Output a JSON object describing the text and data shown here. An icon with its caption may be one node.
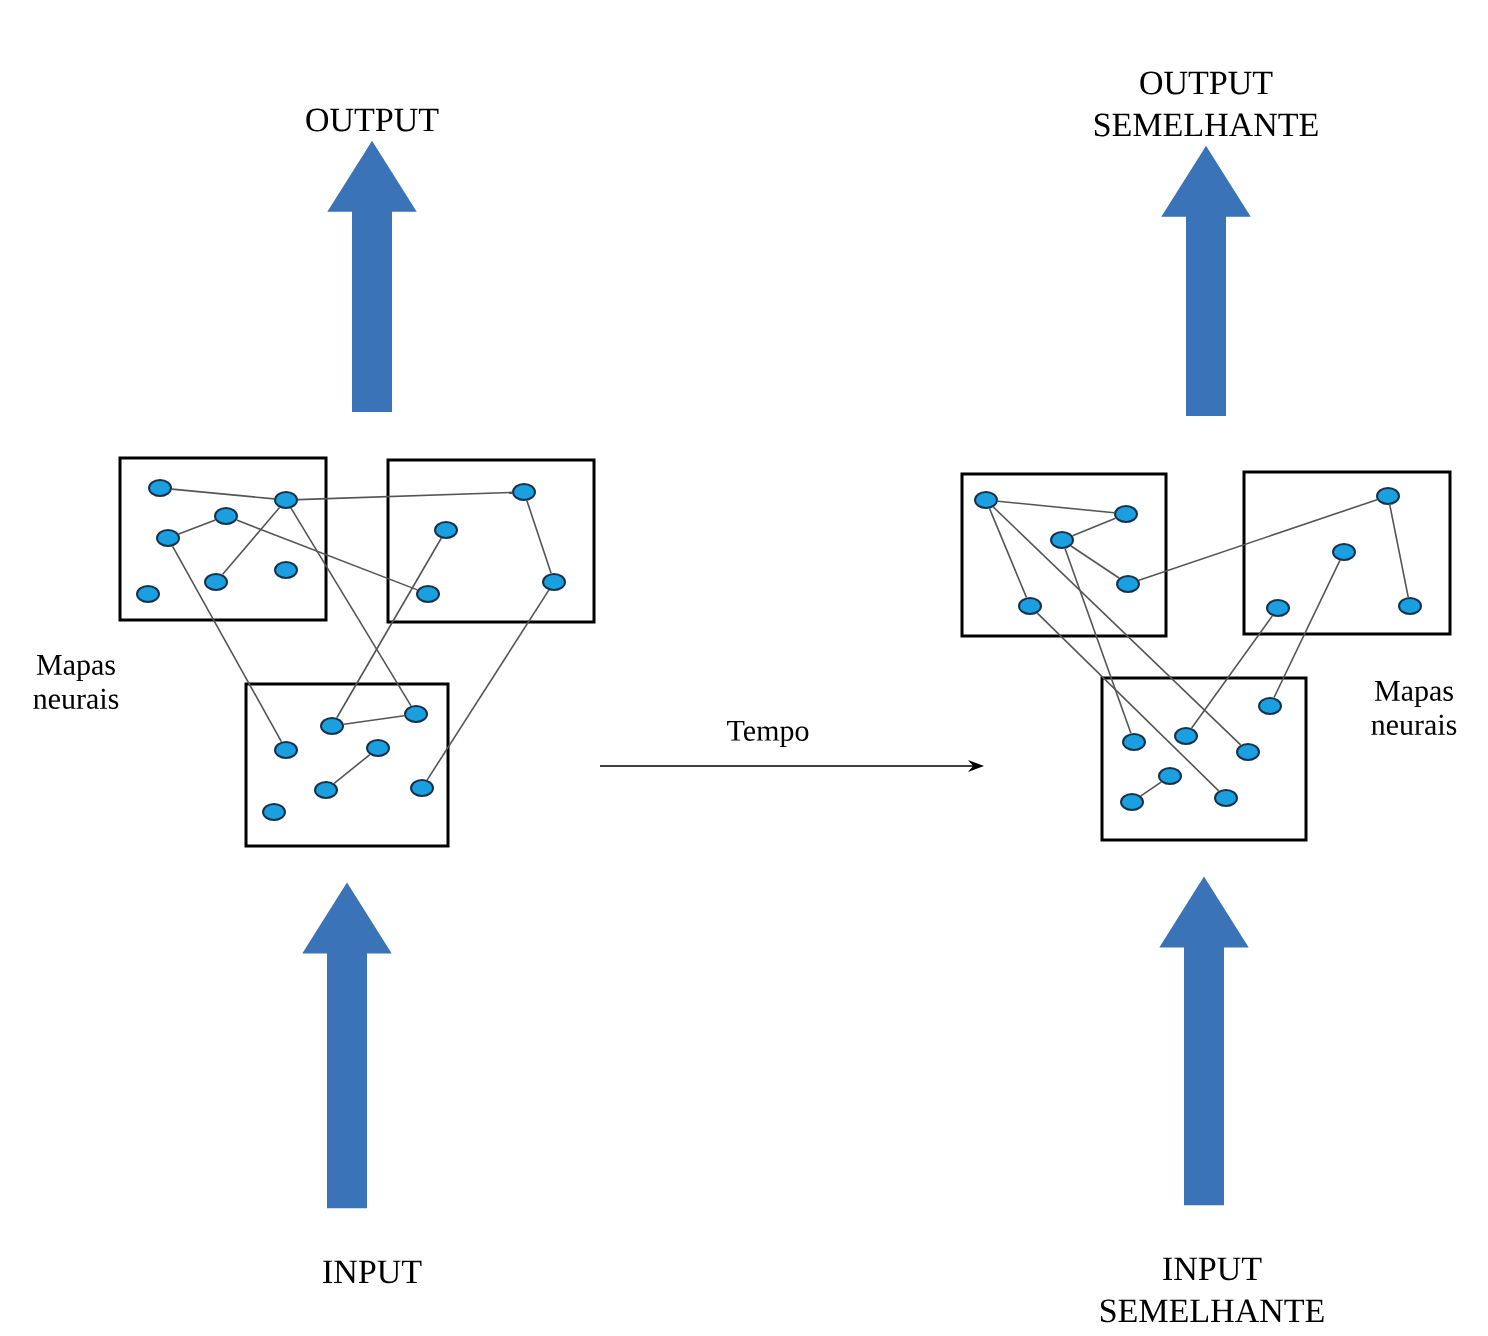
{
  "diagram": {
    "nodes": [
      {
        "text": [
          "OUTPUT"
        ]
      },
      {
        "text": [
          "OUTPUT SEMELHANTE"
        ]
      },
      {
        "text": [],
        "shape": "box"
      },
      {
        "text": [],
        "shape": "circle",
        "in": 2
      },
      {
        "text": [],
        "shape": "circle",
        "in": 2
      },
      {
        "text": [],
        "shape": "circle",
        "in": 2
      },
      {
        "text": [],
        "shape": "circle",
        "in": 2
      },
      {
        "text": [],
        "shape": "circle",
        "in": 2
      },
      {
        "text": [],
        "shape": "circle",
        "in": 2
      },
      {
        "text": [],
        "shape": "circle",
        "in": 2
      },
      {
        "text": [],
        "shape": "box"
      },
      {
        "text": [],
        "shape": "circle",
        "in": 10
      },
      {
        "text": [],
        "shape": "circle",
        "in": 10
      },
      {
        "text": [],
        "shape": "circle",
        "in": 10
      },
      {
        "text": [],
        "shape": "circle",
        "in": 10
      },
      {
        "text": [],
        "shape": "box"
      },
      {
        "text": [],
        "shape": "circle",
        "in": 15
      },
      {
        "text": [],
        "shape": "circle",
        "in": 15
      },
      {
        "text": [],
        "shape": "circle",
        "in": 15
      },
      {
        "text": [],
        "shape": "circle",
        "in": 15
      },
      {
        "text": [],
        "shape": "circle",
        "in": 15
      },
      {
        "text": [],
        "shape": "circle",
        "in": 15
      },
      {
        "text": [],
        "shape": "circle",
        "in": 15
      },
      {
        "text": [],
        "shape": "box"
      },
      {
        "text": [],
        "shape": "circle",
        "in": 23
      },
      {
        "text": [],
        "shape": "circle",
        "in": 23
      },
      {
        "text": [],
        "shape": "circle",
        "in": 23
      },
      {
        "text": [],
        "shape": "circle",
        "in": 23
      },
      {
        "text": [],
        "shape": "circle",
        "in": 23
      },
      {
        "text": [],
        "shape": "box"
      },
      {
        "text": [],
        "shape": "circle",
        "in": 29
      },
      {
        "text": [],
        "shape": "circle",
        "in": 29
      },
      {
        "text": [],
        "shape": "circle",
        "in": 29
      },
      {
        "text": [],
        "shape": "circle",
        "in": 29
      },
      {
        "text": [],
        "shape": "box"
      },
      {
        "text": [],
        "shape": "circle",
        "in": 34
      },
      {
        "text": [],
        "shape": "circle",
        "in": 34
      },
      {
        "text": [],
        "shape": "circle",
        "in": 34
      },
      {
        "text": [],
        "shape": "circle",
        "in": 34
      },
      {
        "text": [],
        "shape": "circle",
        "in": 34
      },
      {
        "text": [],
        "shape": "circle",
        "in": 34
      },
      {
        "text": [],
        "shape": "circle",
        "in": 34
      },
      {
        "text": [
          "INPUT"
        ]
      },
      {
        "text": [
          "INPUT SEMELHANTE"
        ]
      }
    ],
    "edges": [
      {
        "from": 3,
        "to": 4,
        "arrow": "none"
      },
      {
        "from": 4,
        "to": 11,
        "arrow": "none"
      },
      {
        "from": 6,
        "to": 5,
        "arrow": "none"
      },
      {
        "from": 5,
        "to": 13,
        "arrow": "none"
      },
      {
        "from": 4,
        "to": 7,
        "arrow": "none"
      },
      {
        "from": 4,
        "to": 16,
        "arrow": "none"
      },
      {
        "from": 6,
        "to": 19,
        "arrow": "none"
      },
      {
        "from": 12,
        "to": 17,
        "arrow": "none"
      },
      {
        "from": 17,
        "to": 16,
        "arrow": "none"
      },
      {
        "from": 11,
        "to": 14,
        "arrow": "none"
      },
      {
        "from": 14,
        "to": 21,
        "arrow": "none"
      },
      {
        "from": 20,
        "to": 18,
        "arrow": "none"
      },
      {
        "from": 24,
        "to": 25,
        "arrow": "none"
      },
      {
        "from": 26,
        "to": 25,
        "arrow": "none"
      },
      {
        "from": 26,
        "to": 27,
        "arrow": "none"
      },
      {
        "from": 27,
        "to": 30,
        "arrow": "none"
      },
      {
        "from": 30,
        "to": 33,
        "arrow": "none"
      },
      {
        "from": 24,
        "to": 28,
        "arrow": "none"
      },
      {
        "from": 24,
        "to": 38,
        "arrow": "none"
      },
      {
        "from": 28,
        "to": 41,
        "arrow": "none"
      },
      {
        "from": 26,
        "to": 36,
        "arrow": "none"
      },
      {
        "from": 32,
        "to": 37,
        "arrow": "none"
      },
      {
        "from": 31,
        "to": 35,
        "arrow": "none"
      },
      {
        "from": 39,
        "to": 40,
        "arrow": "none"
      },
      {
        "from": null,
        "to": 0,
        "arrow": "to",
        "style": "thick",
        "color": "#3b73b9"
      },
      {
        "from": 42,
        "to": 15,
        "arrow": "to",
        "style": "thick",
        "color": "#3b73b9"
      },
      {
        "from": null,
        "to": 1,
        "arrow": "to",
        "style": "thick",
        "color": "#3b73b9"
      },
      {
        "from": 43,
        "to": 34,
        "arrow": "to",
        "style": "thick",
        "color": "#3b73b9"
      }
    ],
    "labels": [
      "Mapas neurais",
      "Tempo",
      "Mapas neurais"
    ]
  }
}
